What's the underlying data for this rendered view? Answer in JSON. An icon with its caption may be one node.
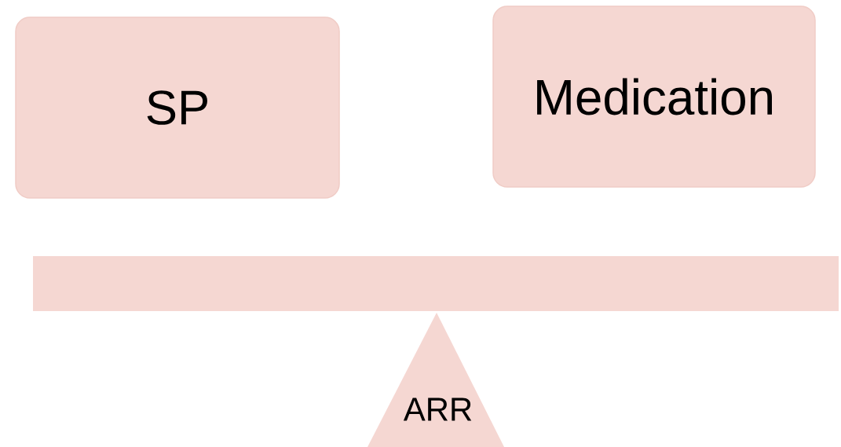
{
  "diagram": {
    "nodes": [
      {
        "text": [
          "SP"
        ]
      },
      {
        "text": [
          "Medication"
        ]
      },
      {
        "text": [],
        "shape": "bar"
      },
      {
        "text": [
          "ARR"
        ]
      }
    ]
  }
}
